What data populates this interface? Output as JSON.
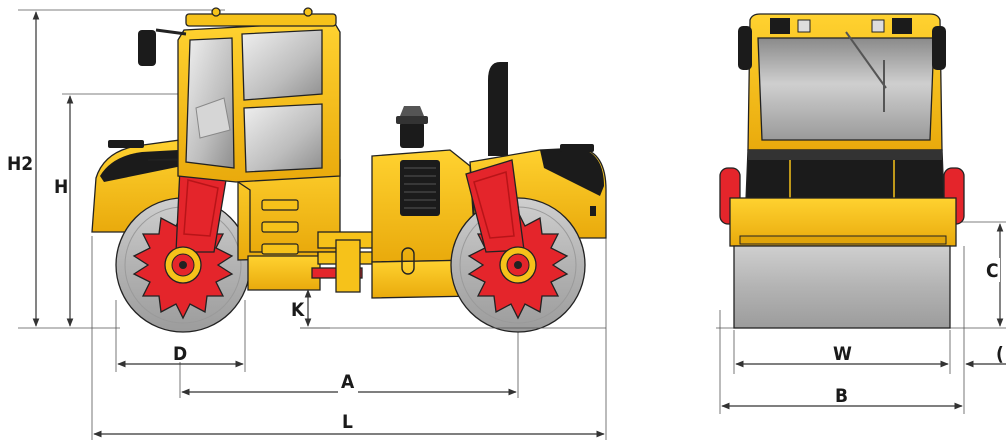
{
  "dimension_labels": {
    "h2": "H2",
    "h": "H",
    "k": "K",
    "d": "D",
    "a": "A",
    "l": "L",
    "w": "W",
    "b": "B",
    "c": "C"
  },
  "colors": {
    "body_yellow": "#f6c21a",
    "body_yellow_dark": "#e0a40a",
    "drum_red": "#e4252b",
    "drum_red_dark": "#b81418",
    "drum_grey": "#b9b9b9",
    "glass_grey": "#bdbdbd",
    "black": "#1b1b1b"
  }
}
